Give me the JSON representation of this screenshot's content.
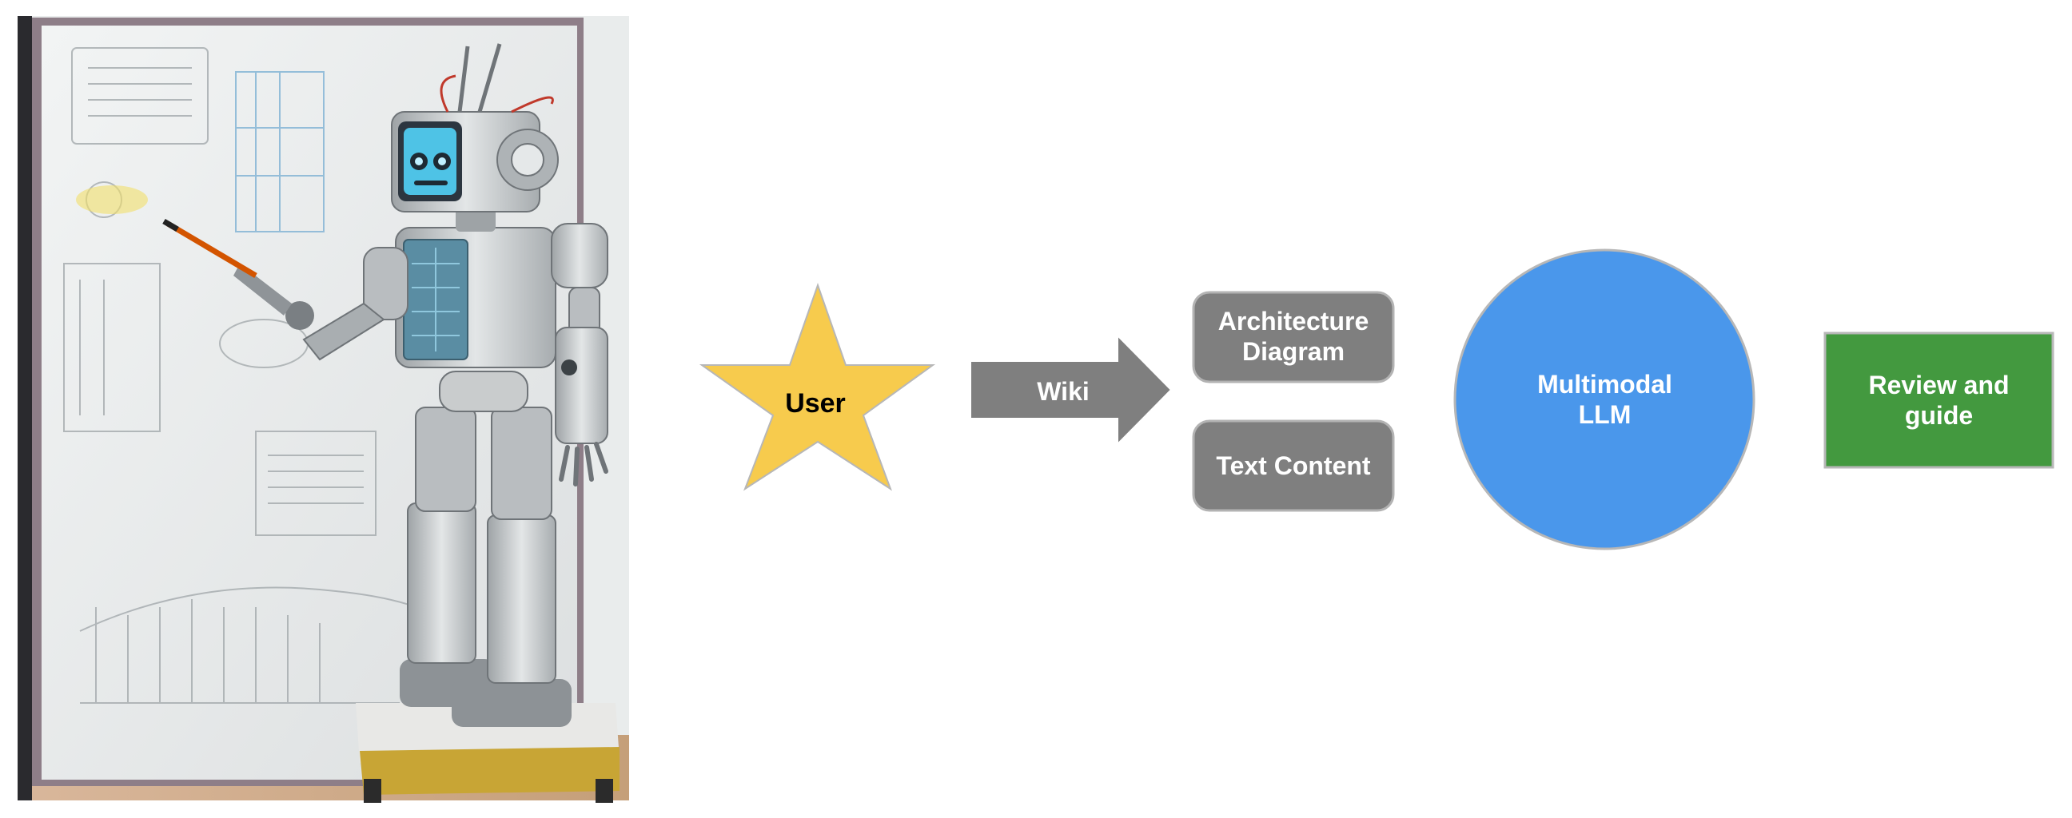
{
  "diagram": {
    "nodes": {
      "user": {
        "label": "User",
        "shape": "star",
        "fill": "#F7CB4D"
      },
      "wiki": {
        "label": "Wiki",
        "shape": "arrow-right",
        "fill": "#7F7F7F"
      },
      "architecture_diagram": {
        "label": "Architecture\nDiagram",
        "shape": "rounded-rectangle",
        "fill": "#7F7F7F"
      },
      "text_content": {
        "label": "Text Content",
        "shape": "rounded-rectangle",
        "fill": "#7F7F7F"
      },
      "multimodal_llm": {
        "label": "Multimodal\nLLM",
        "shape": "circle",
        "fill": "#4A97EB"
      },
      "review_and_guide": {
        "label": "Review and\nguide",
        "shape": "rectangle",
        "fill": "#43993F"
      }
    }
  },
  "illustration": {
    "subject": "robot-at-whiteboard-illustration",
    "colors": {
      "whiteboard": "#EEF0EF",
      "frame": "#8E7E88",
      "robot_body": "#CFD2D3",
      "screen": "#4EC3E6",
      "stand": "#C8A535"
    }
  }
}
